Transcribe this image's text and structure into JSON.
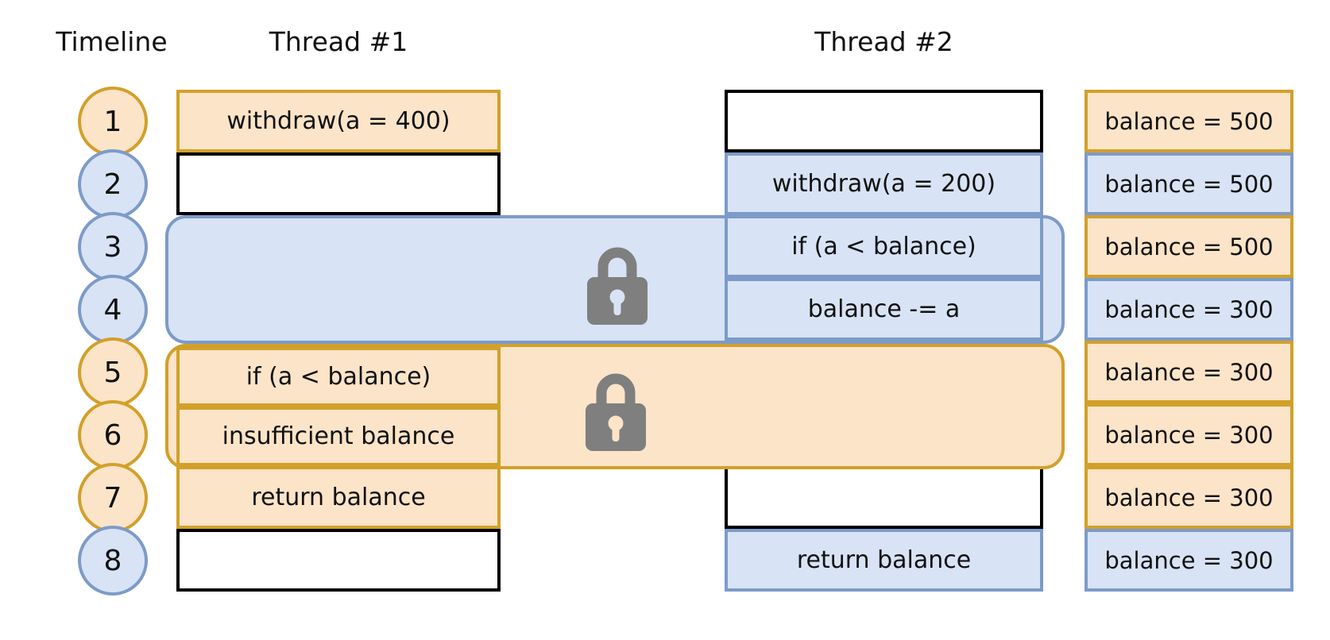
{
  "header": {
    "timeline": "Timeline",
    "thread1": "Thread #1",
    "thread2": "Thread #2"
  },
  "colors": {
    "orange_fill": "#fce4c8",
    "orange_border": "#d2a02a",
    "blue_fill": "#d8e3f5",
    "blue_border": "#7d9bc8",
    "lock_gray": "#7f7f7f",
    "box_black": "#000000",
    "text": "#111111"
  },
  "timeline_steps": [
    {
      "label": "1",
      "color": "orange"
    },
    {
      "label": "2",
      "color": "blue"
    },
    {
      "label": "3",
      "color": "blue"
    },
    {
      "label": "4",
      "color": "blue"
    },
    {
      "label": "5",
      "color": "orange"
    },
    {
      "label": "6",
      "color": "orange"
    },
    {
      "label": "7",
      "color": "orange"
    },
    {
      "label": "8",
      "color": "blue"
    }
  ],
  "thread1": {
    "row1": "withdraw(a = 400)",
    "row5": "if (a < balance)",
    "row6": "insufficient balance",
    "row7": "return balance"
  },
  "thread2": {
    "row2": "withdraw(a = 200)",
    "row3": "if (a < balance)",
    "row4": "balance -= a",
    "row8": "return balance"
  },
  "balance_column": [
    {
      "label": "balance = 500",
      "color": "orange"
    },
    {
      "label": "balance = 500",
      "color": "blue"
    },
    {
      "label": "balance = 500",
      "color": "orange"
    },
    {
      "label": "balance = 300",
      "color": "blue"
    },
    {
      "label": "balance = 300",
      "color": "orange"
    },
    {
      "label": "balance = 300",
      "color": "orange"
    },
    {
      "label": "balance = 300",
      "color": "orange"
    },
    {
      "label": "balance = 300",
      "color": "blue"
    }
  ],
  "icons": {
    "lock_region_thread2": "lock-icon",
    "lock_region_thread1": "lock-icon"
  }
}
